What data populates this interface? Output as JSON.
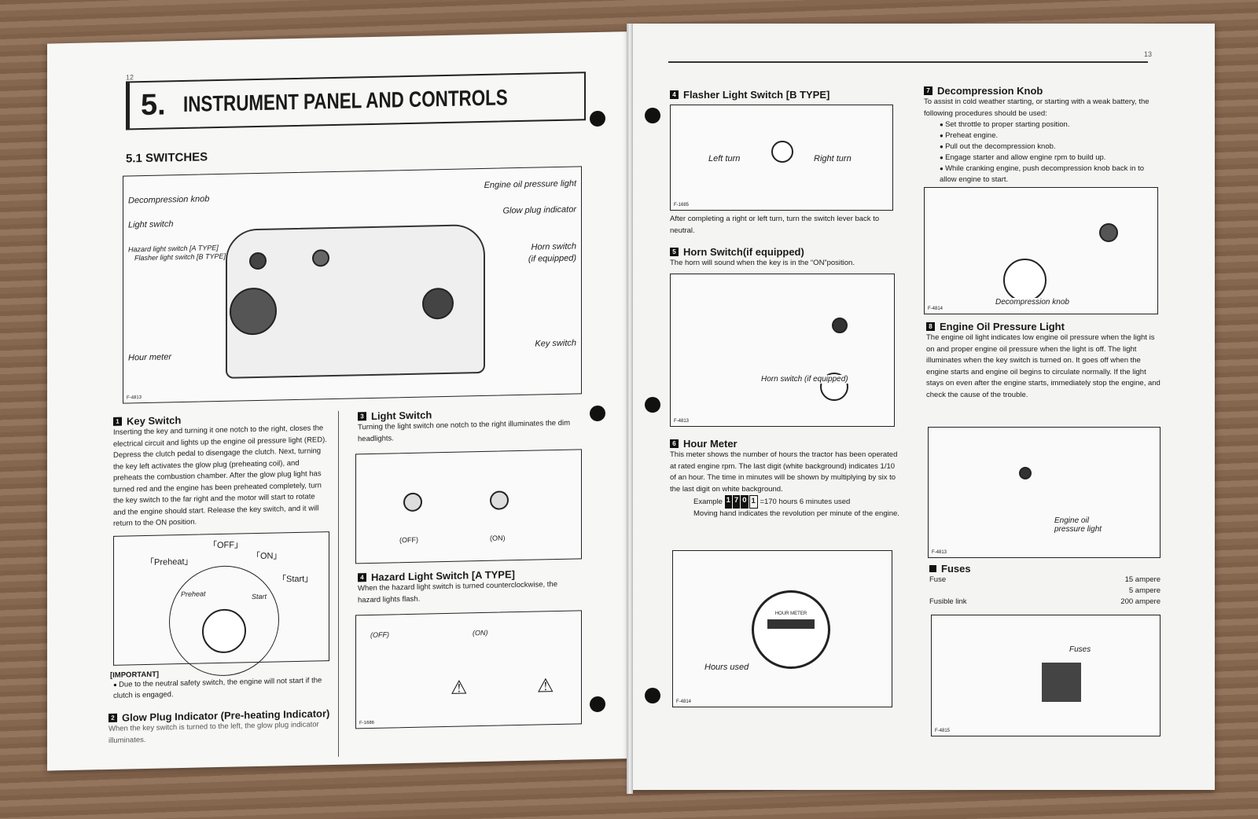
{
  "left_page": {
    "page_number": "12",
    "chapter_number": "5.",
    "chapter_title": "INSTRUMENT PANEL AND CONTROLS",
    "section_title": "5.1 SWITCHES",
    "panel_figure": {
      "labels": [
        "Decompression knob",
        "Light switch",
        "Hazard light switch [A TYPE]",
        "Flasher light switch [B TYPE]",
        "Hour meter",
        "Engine oil pressure light",
        "Glow plug indicator",
        "Horn switch",
        "(if equipped)",
        "Key switch"
      ],
      "fig_no": "F-4813"
    },
    "key_switch": {
      "num": "1",
      "title": "Key Switch",
      "body": "Inserting the key and turning it one notch to the right, closes the electrical circuit and lights up the engine oil pressure light (RED). Depress the clutch pedal to disengage the clutch. Next, turning the key left activates the glow plug (preheating coil), and preheats the combustion chamber. After the glow plug light has turned red and the engine has been preheated completely, turn the key switch to the far right and the motor will start to rotate and the engine should start. Release the key switch, and it will return to the ON position.",
      "figure_labels": [
        "「Preheat」",
        "「OFF」",
        "「ON」",
        "「Start」",
        "Preheat",
        "Start"
      ]
    },
    "important": {
      "title": "[IMPORTANT]",
      "bullet": "Due to the neutral safety switch, the engine will not start if the clutch is engaged."
    },
    "glow_plug": {
      "num": "2",
      "title": "Glow Plug Indicator (Pre-heating Indicator)",
      "body": "When the key switch is turned to the left, the glow plug indicator illuminates."
    },
    "light_switch": {
      "num": "3",
      "title": "Light Switch",
      "body": "Turning the light switch one notch to the right illuminates the dim headlights.",
      "labels": [
        "(OFF)",
        "(ON)"
      ]
    },
    "hazard": {
      "num": "4",
      "title": "Hazard Light Switch [A TYPE]",
      "body": "When the hazard light switch is turned counterclockwise, the hazard lights flash.",
      "labels": [
        "(OFF)",
        "(ON)"
      ],
      "fig_no": "F-1686"
    }
  },
  "right_page": {
    "page_number": "13",
    "flasher": {
      "num": "4",
      "title": "Flasher Light Switch [B TYPE]",
      "labels": [
        "Left turn",
        "Right turn"
      ],
      "fig_no": "F-1685",
      "body": "After completing a right or left turn, turn the switch lever back to neutral."
    },
    "horn": {
      "num": "5",
      "title": "Horn Switch(if equipped)",
      "body": "The horn will sound when the key is in the “ON”position.",
      "label": "Horn switch (if equipped)",
      "fig_no": "F-4813"
    },
    "hour_meter": {
      "num": "6",
      "title": "Hour Meter",
      "body": "This meter shows the number of hours the tractor has been operated at rated engine rpm. The last digit (white background) indicates 1/10 of an hour. The time in minutes will be shown by multiplying by six to the last digit on white background.",
      "example_label": "Example",
      "example_digits": [
        "1",
        "7",
        "0",
        "1"
      ],
      "example_result": "=170 hours 6 minutes used",
      "moving_hand": "Moving hand indicates the revolution per minute of the engine.",
      "dial_label": "HOUR METER",
      "hours_used": "Hours used",
      "fig_no": "F-4814"
    },
    "decompression": {
      "num": "7",
      "title": "Decompression Knob",
      "body": "To assist in cold weather starting, or starting with a weak battery, the following procedures should be used:",
      "steps": [
        "Set throttle to proper starting position.",
        "Preheat engine.",
        "Pull out the decompression knob.",
        "Engage starter and allow engine rpm to build up.",
        "While cranking engine, push decompression knob back in to allow engine to start."
      ],
      "label": "Decompression knob",
      "fig_no": "F-4814"
    },
    "oil_pressure": {
      "num": "8",
      "title": "Engine Oil Pressure Light",
      "body": "The engine oil light indicates low engine oil pressure when the light is on and proper engine oil pressure when the light is off. The light illuminates when the key switch is turned on. It goes off when the engine starts and engine oil begins to circulate normally. If the light stays on even after the engine starts, immediately stop the engine, and check the cause of the trouble.",
      "label": "Engine oil pressure light",
      "fig_no": "F-4813"
    },
    "fuses": {
      "title": "Fuses",
      "rows": [
        {
          "name": "Fuse",
          "value": "15 ampere"
        },
        {
          "name": "",
          "value": "5 ampere"
        },
        {
          "name": "Fusible link",
          "value": "200 ampere"
        }
      ],
      "label": "Fuses",
      "fig_no": "F-4815"
    }
  }
}
